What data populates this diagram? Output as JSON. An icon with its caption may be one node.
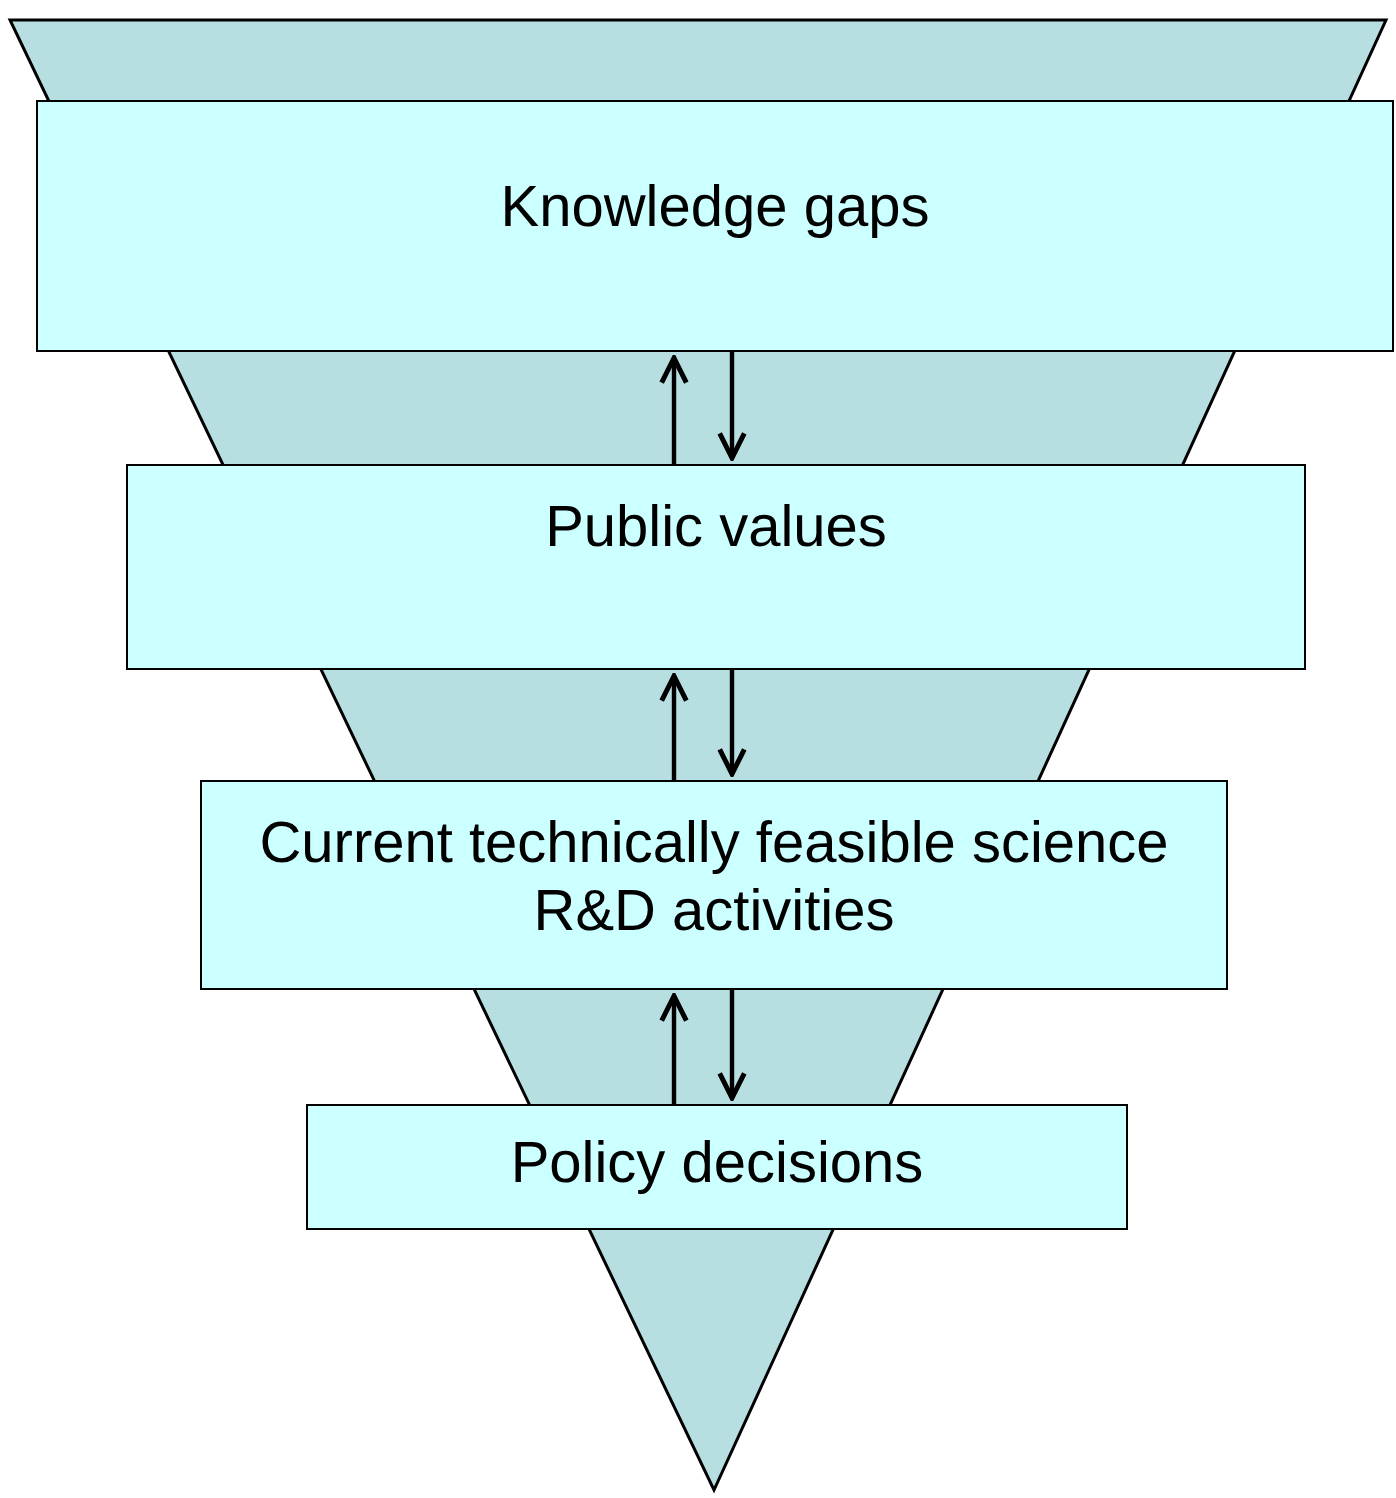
{
  "diagram": {
    "nodes": [
      {
        "text": [
          "Knowledge gaps"
        ]
      },
      {
        "text": [
          "Public values"
        ]
      },
      {
        "text": [
          "Current technically feasible science R&D activities"
        ]
      },
      {
        "text": [
          "Policy decisions"
        ]
      }
    ],
    "edges": [
      {
        "from": 1,
        "to": 0,
        "arrow": "to"
      },
      {
        "from": 0,
        "to": 1,
        "arrow": "to"
      },
      {
        "from": 2,
        "to": 1,
        "arrow": "to"
      },
      {
        "from": 1,
        "to": 2,
        "arrow": "to"
      },
      {
        "from": 3,
        "to": 2,
        "arrow": "to"
      },
      {
        "from": 2,
        "to": 3,
        "arrow": "to"
      }
    ]
  }
}
